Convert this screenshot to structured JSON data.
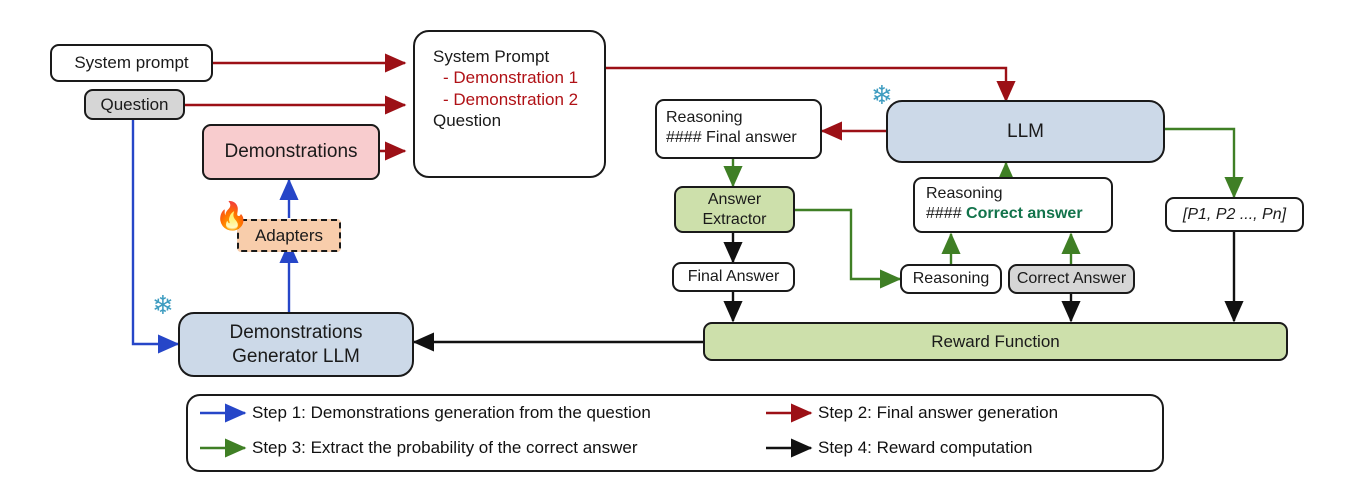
{
  "diagram": {
    "title": "LLM demonstration generation and reward pipeline",
    "colors": {
      "step1_blue": "#2646c8",
      "step2_red": "#9c1016",
      "step3_green": "#3f7f25",
      "step4_black": "#111111",
      "pink_fill": "#f8ccce",
      "blue_fill": "#ccd9e8",
      "green_fill": "#cde0ab",
      "grey_fill": "#d6d6d6",
      "peach_fill": "#f8cdab",
      "correct_answer_green": "#12734b",
      "demonstration_red": "#b01116"
    }
  },
  "nodes": {
    "system_prompt_src": "System prompt",
    "question": "Question",
    "demonstrations": "Demonstrations",
    "adapters": "Adapters",
    "generator_llm_line1": "Demonstrations",
    "generator_llm_line2": "Generator LLM",
    "prompt_box": {
      "line1": "System Prompt",
      "line2": "- Demonstration 1",
      "line3": "- Demonstration 2",
      "line4": "Question"
    },
    "llm": "LLM",
    "reasoning_final": {
      "line1": "Reasoning",
      "line2": "#### Final answer"
    },
    "answer_extractor_line1": "Answer",
    "answer_extractor_line2": "Extractor",
    "final_answer": "Final Answer",
    "reasoning_correct": {
      "line1": "Reasoning",
      "line2_hash": "#### ",
      "line2_bold": "Correct answer"
    },
    "reasoning_small": "Reasoning",
    "correct_answer": "Correct Answer",
    "probabilities": "[P1, P2 ..., Pn]",
    "reward_function": "Reward Function"
  },
  "icons": {
    "snowflake_llm": "❄",
    "snowflake_generator": "❄",
    "fire_adapters": "🔥"
  },
  "legend": {
    "items": [
      {
        "color": "#2646c8",
        "label": "Step 1: Demonstrations generation from the question"
      },
      {
        "color": "#9c1016",
        "label": "Step 2: Final answer generation"
      },
      {
        "color": "#3f7f25",
        "label": "Step 3: Extract the probability of the correct answer"
      },
      {
        "color": "#111111",
        "label": "Step 4: Reward computation"
      }
    ]
  }
}
